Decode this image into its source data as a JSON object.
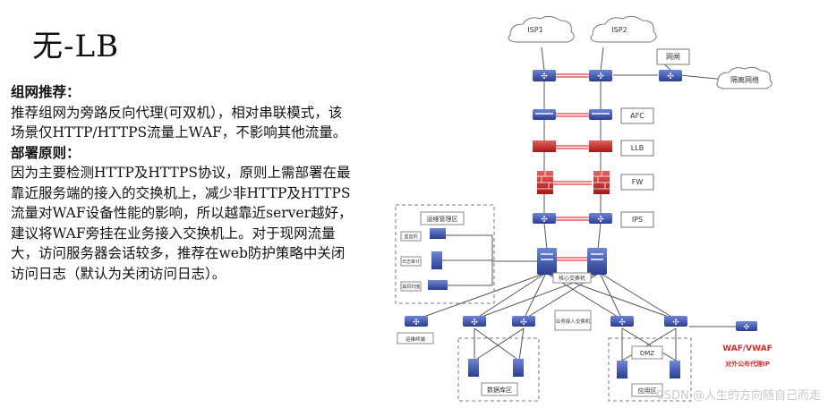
{
  "title": "无-LB",
  "sections": [
    {
      "heading": "组网推荐：",
      "body": "推荐组网为旁路反向代理(可双机），相对串联模式，该场景仅HTTP/HTTPS流量上WAF，不影响其他流量。"
    },
    {
      "heading": "部署原则：",
      "body": "因为主要检测HTTP及HTTPS协议，原则上需部署在最靠近服务端的接入的交换机上，减少非HTTP及HTTPS流量对WAF设备性能的影响，所以越靠近server越好，建议将WAF旁挂在业务接入交换机上。对于现网流量大，访问服务器会话较多，推荐在web防护策略中关闭访问日志（默认为关闭访问日志）。"
    }
  ],
  "diagram": {
    "clouds": {
      "isp1": "ISP1",
      "isp2": "ISP2",
      "isolation": "隔离网络"
    },
    "labels": {
      "gateway": "网闸",
      "afc": "AFC",
      "llb": "LLB",
      "fw": "FW",
      "ips": "IPS",
      "ops_zone": "运维管理区",
      "core": "核心交换机",
      "access_left": "运维终端",
      "server_zone": "数据库区",
      "biz_access": "业务接入交换机",
      "dmz": "DMZ",
      "app_zone": "应用区",
      "waf": "WAF/VWAF",
      "waf_sub": "对外公布代理IP"
    },
    "ops_items": [
      "堡垒机",
      "日志审计",
      "漏洞扫描"
    ],
    "colors": {
      "device": "#3c4fa0",
      "link_red": "#e23b3b",
      "waf_text": "#d62a2a",
      "line": "#555555"
    }
  },
  "watermark": "CSDN @人生的方向随自己而走"
}
